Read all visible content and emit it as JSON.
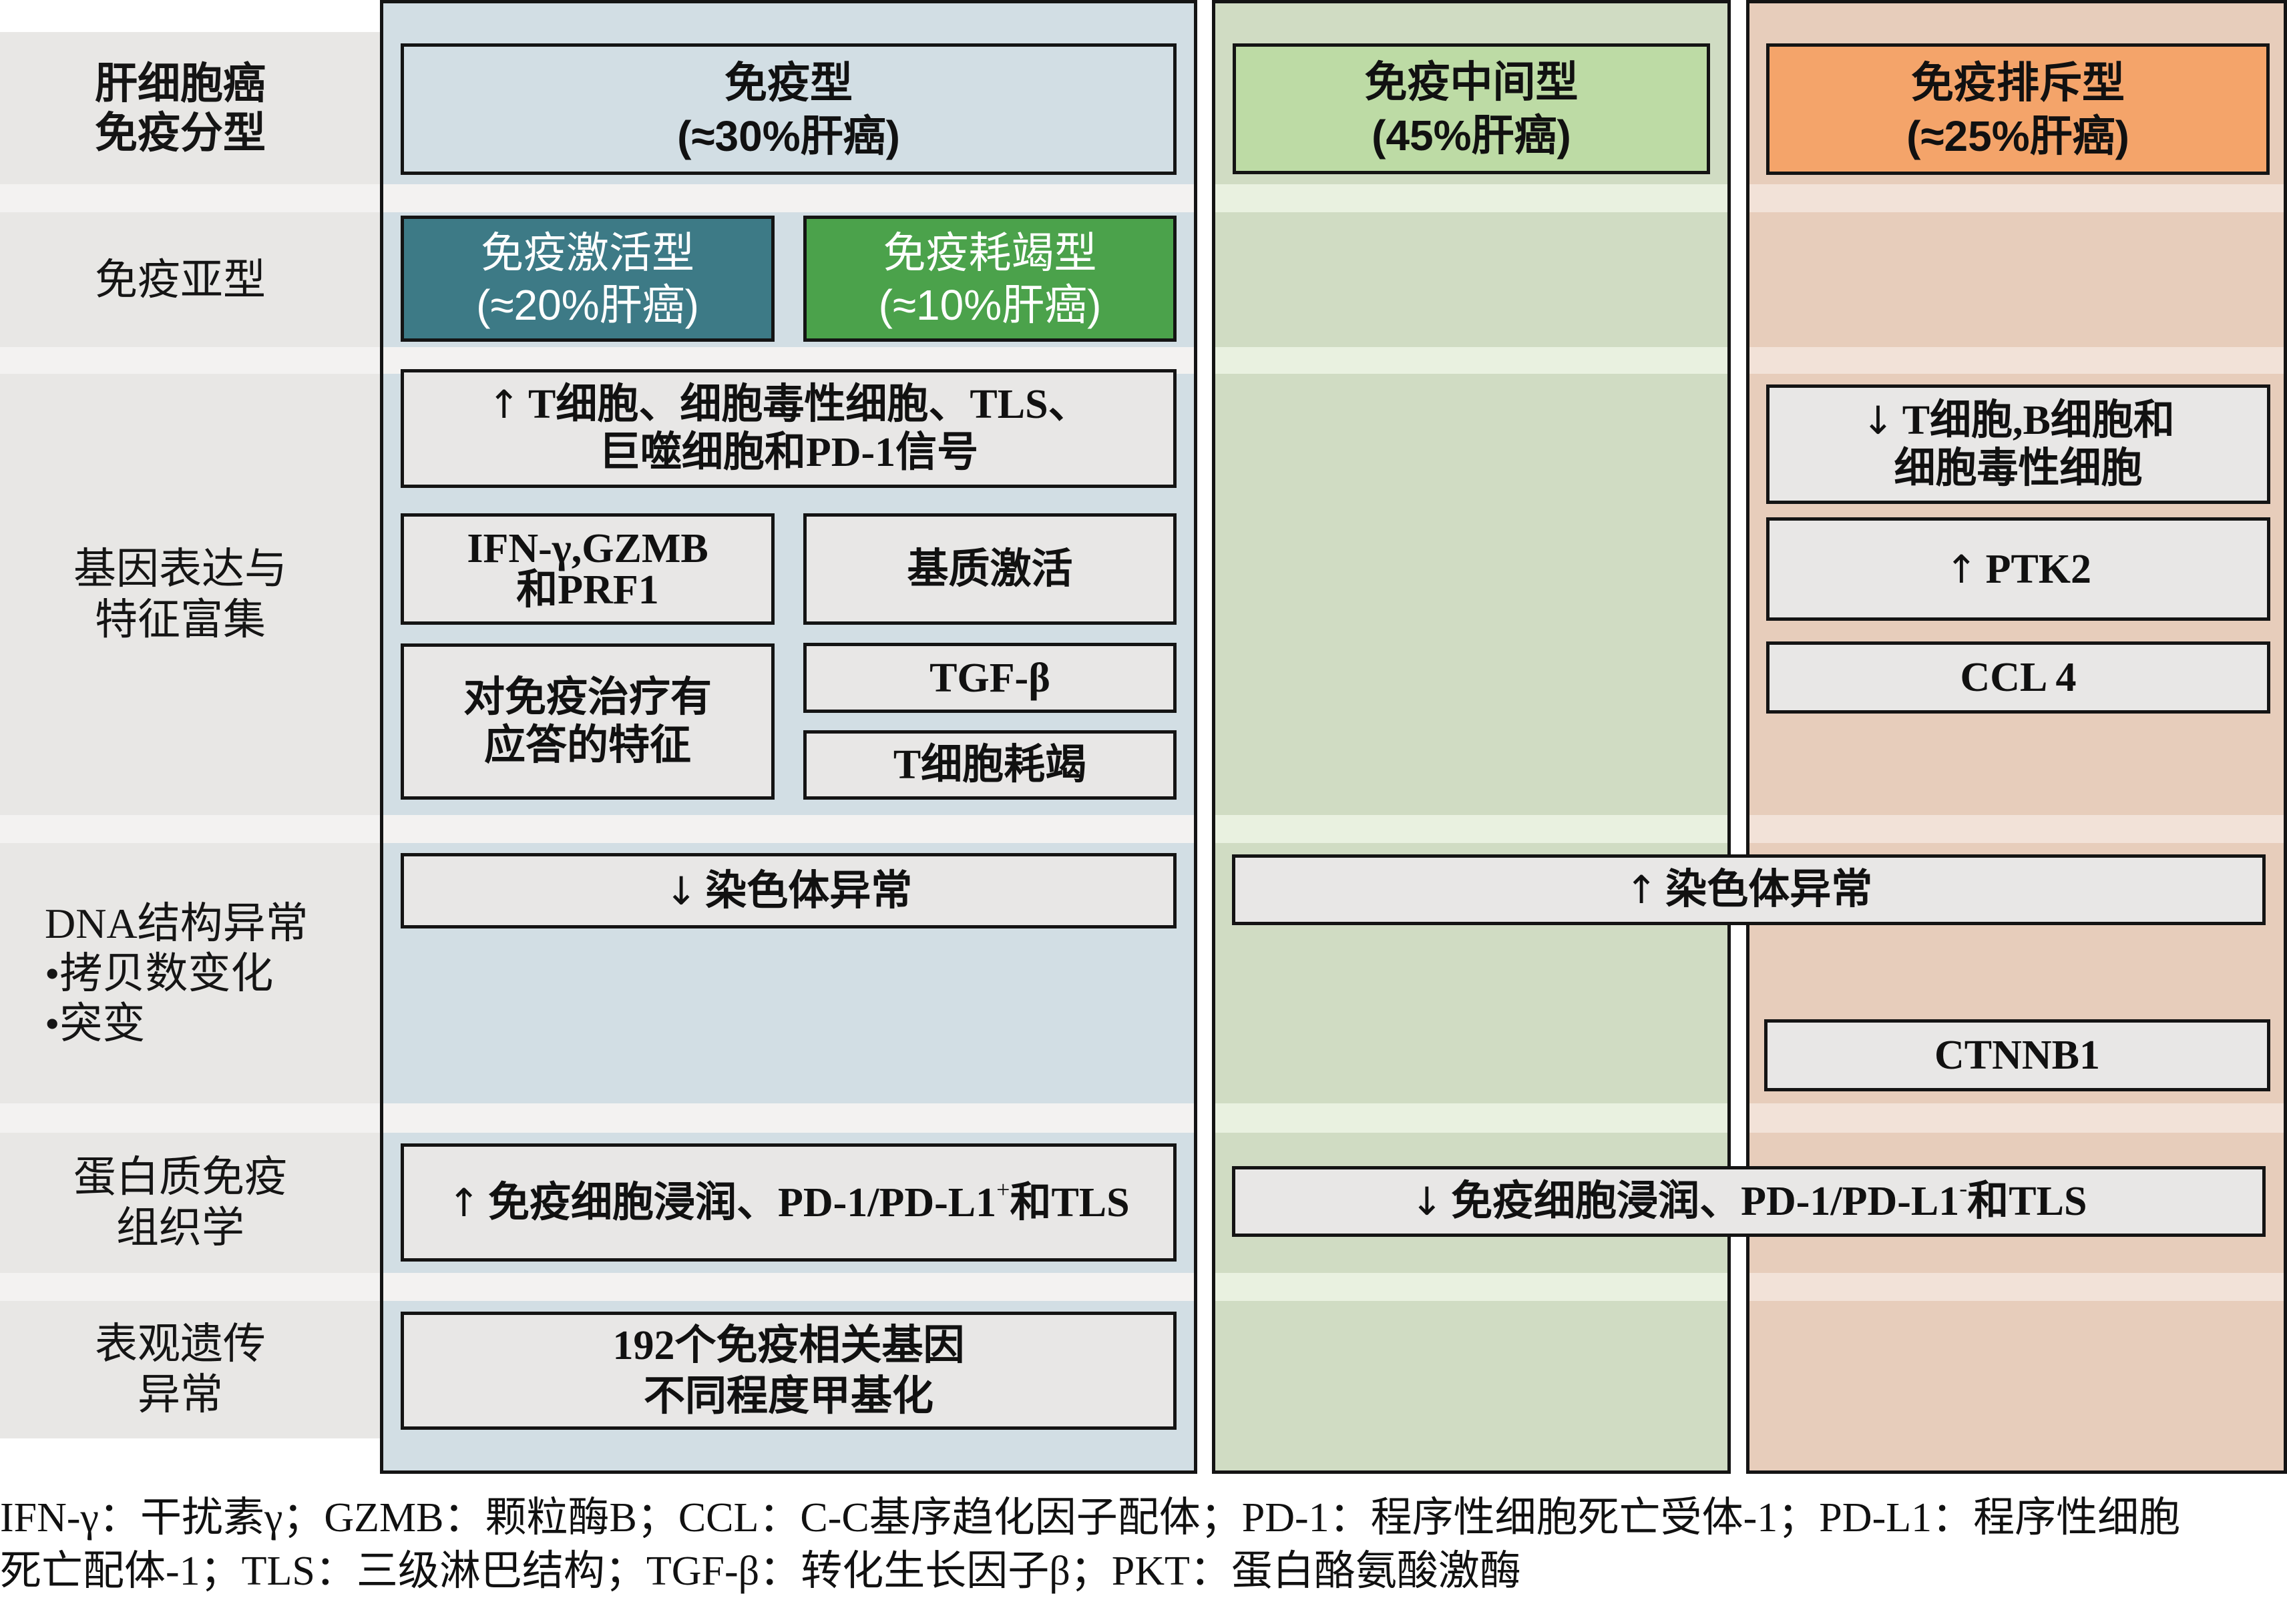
{
  "row_labels": [
    {
      "lines": [
        "肝细胞癌",
        "免疫分型"
      ]
    },
    {
      "lines": [
        "免疫亚型"
      ]
    },
    {
      "lines": [
        "基因表达与",
        "特征富集"
      ]
    },
    {
      "lines": [
        "DNA结构异常",
        "•拷贝数变化",
        "•突变"
      ]
    },
    {
      "lines": [
        "蛋白质免疫",
        "组织学"
      ]
    },
    {
      "lines": [
        "表观遗传",
        "异常"
      ]
    }
  ],
  "columns": [
    {
      "title": "免疫型",
      "subtitle": "(≈30%肝癌)"
    },
    {
      "title": "免疫中间型",
      "subtitle": "(45%肝癌)"
    },
    {
      "title": "免疫排斥型",
      "subtitle": "(≈25%肝癌)"
    }
  ],
  "subtypes": [
    {
      "title": "免疫激活型",
      "subtitle": "(≈20%肝癌)"
    },
    {
      "title": "免疫耗竭型",
      "subtitle": "(≈10%肝癌)"
    }
  ],
  "gene_expression": {
    "immune": {
      "signals": {
        "arrow": "↑",
        "lines": [
          "T细胞、细胞毒性细胞、TLS、",
          "巨噬细胞和PD-1信号"
        ]
      },
      "activated_markers": {
        "lines": [
          "IFN-γ,GZMB",
          "和PRF1"
        ]
      },
      "stromal_activation": "基质激活",
      "response_signature": {
        "lines": [
          "对免疫治疗有",
          "应答的特征"
        ]
      },
      "tgf_beta": "TGF-β",
      "t_cell_exhaustion": "T细胞耗竭"
    },
    "excluded": {
      "cells": {
        "arrow": "↓",
        "lines": [
          "T细胞,B细胞和",
          "细胞毒性细胞"
        ]
      },
      "ptk2": {
        "arrow": "↑",
        "text": "PTK2"
      },
      "ccl4": "CCL 4"
    }
  },
  "dna": {
    "immune": {
      "arrow": "↓",
      "text": "染色体异常"
    },
    "intermediate_excluded": {
      "arrow": "↑",
      "text": "染色体异常"
    },
    "excluded_mutation": "CTNNB1"
  },
  "protein": {
    "immune": {
      "arrow": "↑",
      "text": "免疫细胞浸润、PD-1/PD-L1",
      "sup": "+",
      "tail": "和TLS"
    },
    "intermediate_excluded": {
      "arrow": "↓",
      "text": "免疫细胞浸润、PD-1/PD-L1",
      "sup": "-",
      "tail": "和TLS"
    }
  },
  "epigenetic": {
    "immune": {
      "lines": [
        "192个免疫相关基因",
        "不同程度甲基化"
      ]
    }
  },
  "footer": {
    "lines": [
      "IFN-γ：干扰素γ；GZMB：颗粒酶B；CCL：C-C基序趋化因子配体；PD-1：程序性细胞死亡受体-1；PD-L1：程序性细胞",
      "死亡配体-1；TLS：三级淋巴结构；TGF-β：转化生长因子β；PKT：蛋白酪氨酸激酶"
    ]
  },
  "colors": {
    "label_band": "#e8e7e5",
    "label_gap": "#f3f2f1",
    "immune_bg": "#d2dee4",
    "immune_gap": "#f3f2f1",
    "intermediate_bg": "#d0dcc3",
    "intermediate_gap": "#e9f1e0",
    "excluded_bg": "#e7cdbb",
    "excluded_gap": "#f2e2d8",
    "intermediate_title": "#bddba5",
    "excluded_title": "#f4a46a",
    "activated_subtype": "#3d7a86",
    "exhausted_subtype": "#4ba24b",
    "info_box": "#e8e7e6",
    "border": "#141414"
  }
}
